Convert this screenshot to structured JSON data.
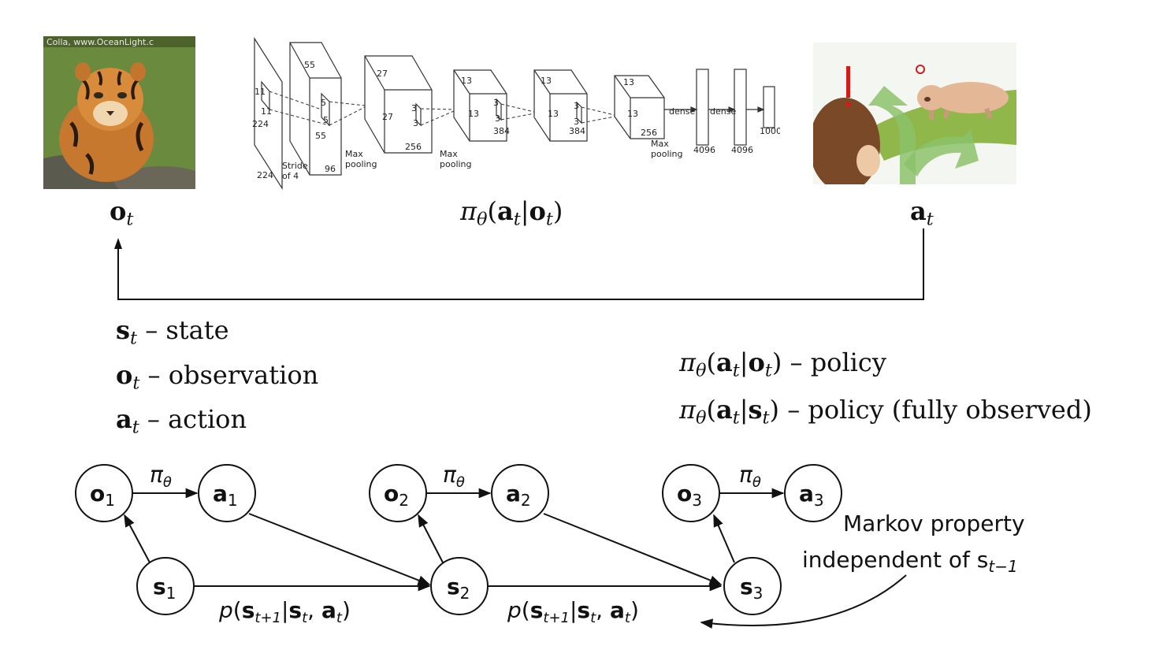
{
  "top": {
    "obs_label_var": "o",
    "obs_label_sub": "t",
    "photo_watermark": "Colla, www.OceanLight.c",
    "policy_label": {
      "pi": "π",
      "theta": "θ",
      "a": "a",
      "t": "t",
      "o": "o"
    },
    "action_label_var": "a",
    "action_label_sub": "t"
  },
  "network": {
    "input": [
      "224",
      "224",
      "11",
      "11"
    ],
    "stride": "Stride of 4",
    "layer1": [
      "55",
      "55",
      "96",
      "5",
      "5"
    ],
    "pool1": "Max pooling",
    "layer2": [
      "27",
      "27",
      "256",
      "3",
      "3"
    ],
    "pool2": "Max pooling",
    "layer3": [
      "13",
      "13",
      "384",
      "3",
      "3"
    ],
    "layer4": [
      "13",
      "13",
      "384",
      "3",
      "3"
    ],
    "layer5": [
      "13",
      "13",
      "256"
    ],
    "pool3": "Max pooling",
    "dense1": "dense",
    "dense2": "dense",
    "fc_sizes": [
      "4096",
      "4096",
      "1000"
    ]
  },
  "definitions": {
    "state": "– state",
    "observation": "– observation",
    "action": "– action",
    "policy": "– policy",
    "policy_full": "– policy (fully observed)"
  },
  "graph": {
    "pi_label": "π",
    "nodes": {
      "o1": "o",
      "a1": "a",
      "s1": "s",
      "o2": "o",
      "a2": "a",
      "s2": "s",
      "o3": "o",
      "a3": "a",
      "s3": "s"
    },
    "subs": [
      "1",
      "2",
      "3"
    ],
    "transition": "p(s",
    "markov_line1": "Markov property",
    "markov_line2": "independent of s",
    "markov_sub": "t−1"
  },
  "colors": {
    "ink": "#111111",
    "arrow_green": "#8cc26a",
    "grass": "#8fb74a",
    "alert_red": "#d21c1c"
  }
}
